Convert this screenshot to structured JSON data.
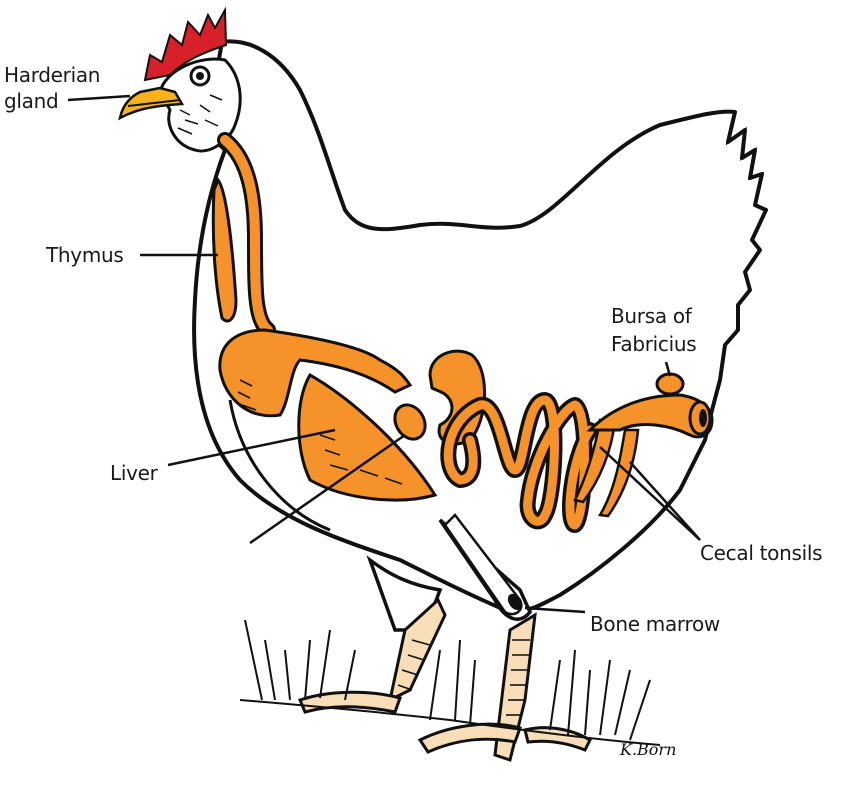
{
  "diagram": {
    "subject": "Chicken immune system organs",
    "colors": {
      "organ": "#F5922A",
      "comb": "#D7202A",
      "beak": "#F5B21A",
      "legs": "#F7DDB8",
      "outline": "#111111",
      "background": "#FFFFFF"
    },
    "labels": {
      "harderian_line1": "Harderian",
      "harderian_line2": "gland",
      "thymus": "Thymus",
      "liver": "Liver",
      "bursa_line1": "Bursa of",
      "bursa_line2": "Fabricius",
      "cecal_tonsils": "Cecal tonsils",
      "bone_marrow": "Bone marrow"
    },
    "signature": "K.Born"
  }
}
